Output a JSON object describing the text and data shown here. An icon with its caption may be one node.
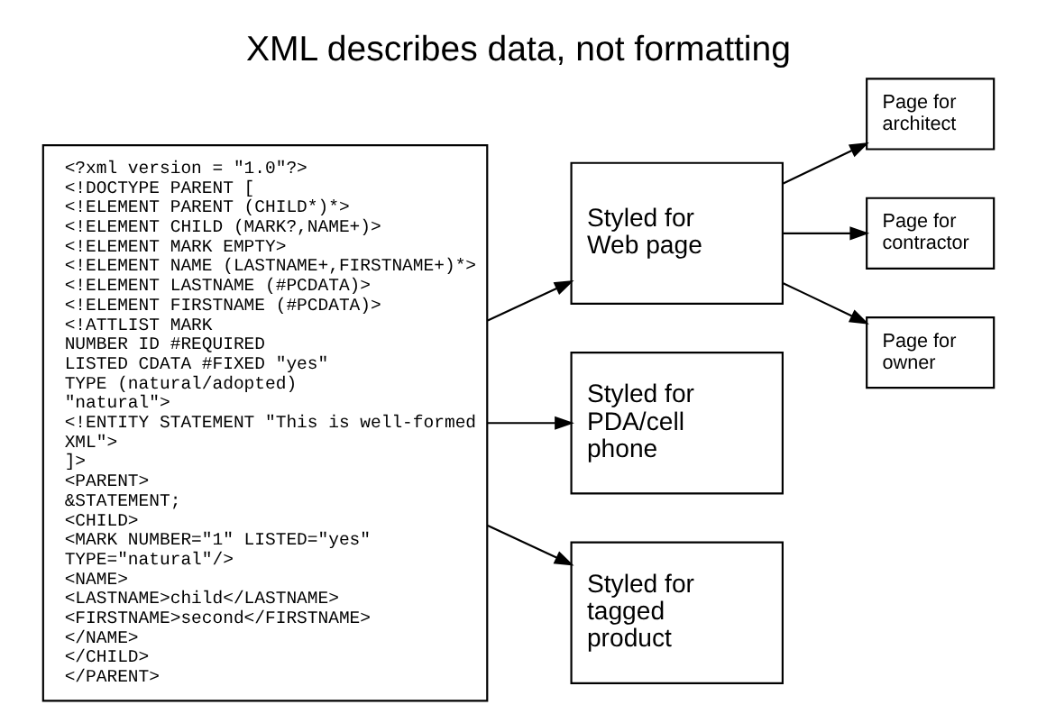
{
  "diagram": {
    "title": "XML describes data, not formatting",
    "nodes": [
      {
        "text": [
          "<?xml version = \"1.0\"?>",
          "<!DOCTYPE PARENT [",
          "<!ELEMENT PARENT (CHILD*)*>",
          "<!ELEMENT CHILD (MARK?,NAME+)>",
          "<!ELEMENT MARK EMPTY>",
          "<!ELEMENT NAME (LASTNAME+,FIRSTNAME+)*>",
          "<!ELEMENT LASTNAME (#PCDATA)>",
          "<!ELEMENT FIRSTNAME (#PCDATA)>",
          "<!ATTLIST MARK",
          "NUMBER ID #REQUIRED",
          "LISTED CDATA #FIXED \"yes\"",
          "TYPE (natural/adopted)",
          "\"natural\">",
          "<!ENTITY STATEMENT \"This is well-formed",
          "XML\">",
          "]>",
          "<PARENT>",
          "&STATEMENT;",
          "<CHILD>",
          "<MARK NUMBER=\"1\" LISTED=\"yes\"",
          "TYPE=\"natural\"/>",
          "<NAME>",
          "<LASTNAME>child</LASTNAME>",
          "<FIRSTNAME>second</FIRSTNAME>",
          "</NAME>",
          "</CHILD>",
          "</PARENT>"
        ]
      },
      {
        "text": [
          "Styled for Web page"
        ]
      },
      {
        "text": [
          "Styled for PDA/cell phone"
        ]
      },
      {
        "text": [
          "Styled for tagged product"
        ]
      },
      {
        "text": [
          "Page for architect"
        ]
      },
      {
        "text": [
          "Page for contractor"
        ]
      },
      {
        "text": [
          "Page for owner"
        ]
      }
    ],
    "edges": [
      {
        "from": 0,
        "to": 1,
        "arrow": "to"
      },
      {
        "from": 0,
        "to": 2,
        "arrow": "to"
      },
      {
        "from": 0,
        "to": 3,
        "arrow": "to"
      },
      {
        "from": 1,
        "to": 4,
        "arrow": "to"
      },
      {
        "from": 1,
        "to": 5,
        "arrow": "to"
      },
      {
        "from": 1,
        "to": 6,
        "arrow": "to"
      }
    ]
  }
}
